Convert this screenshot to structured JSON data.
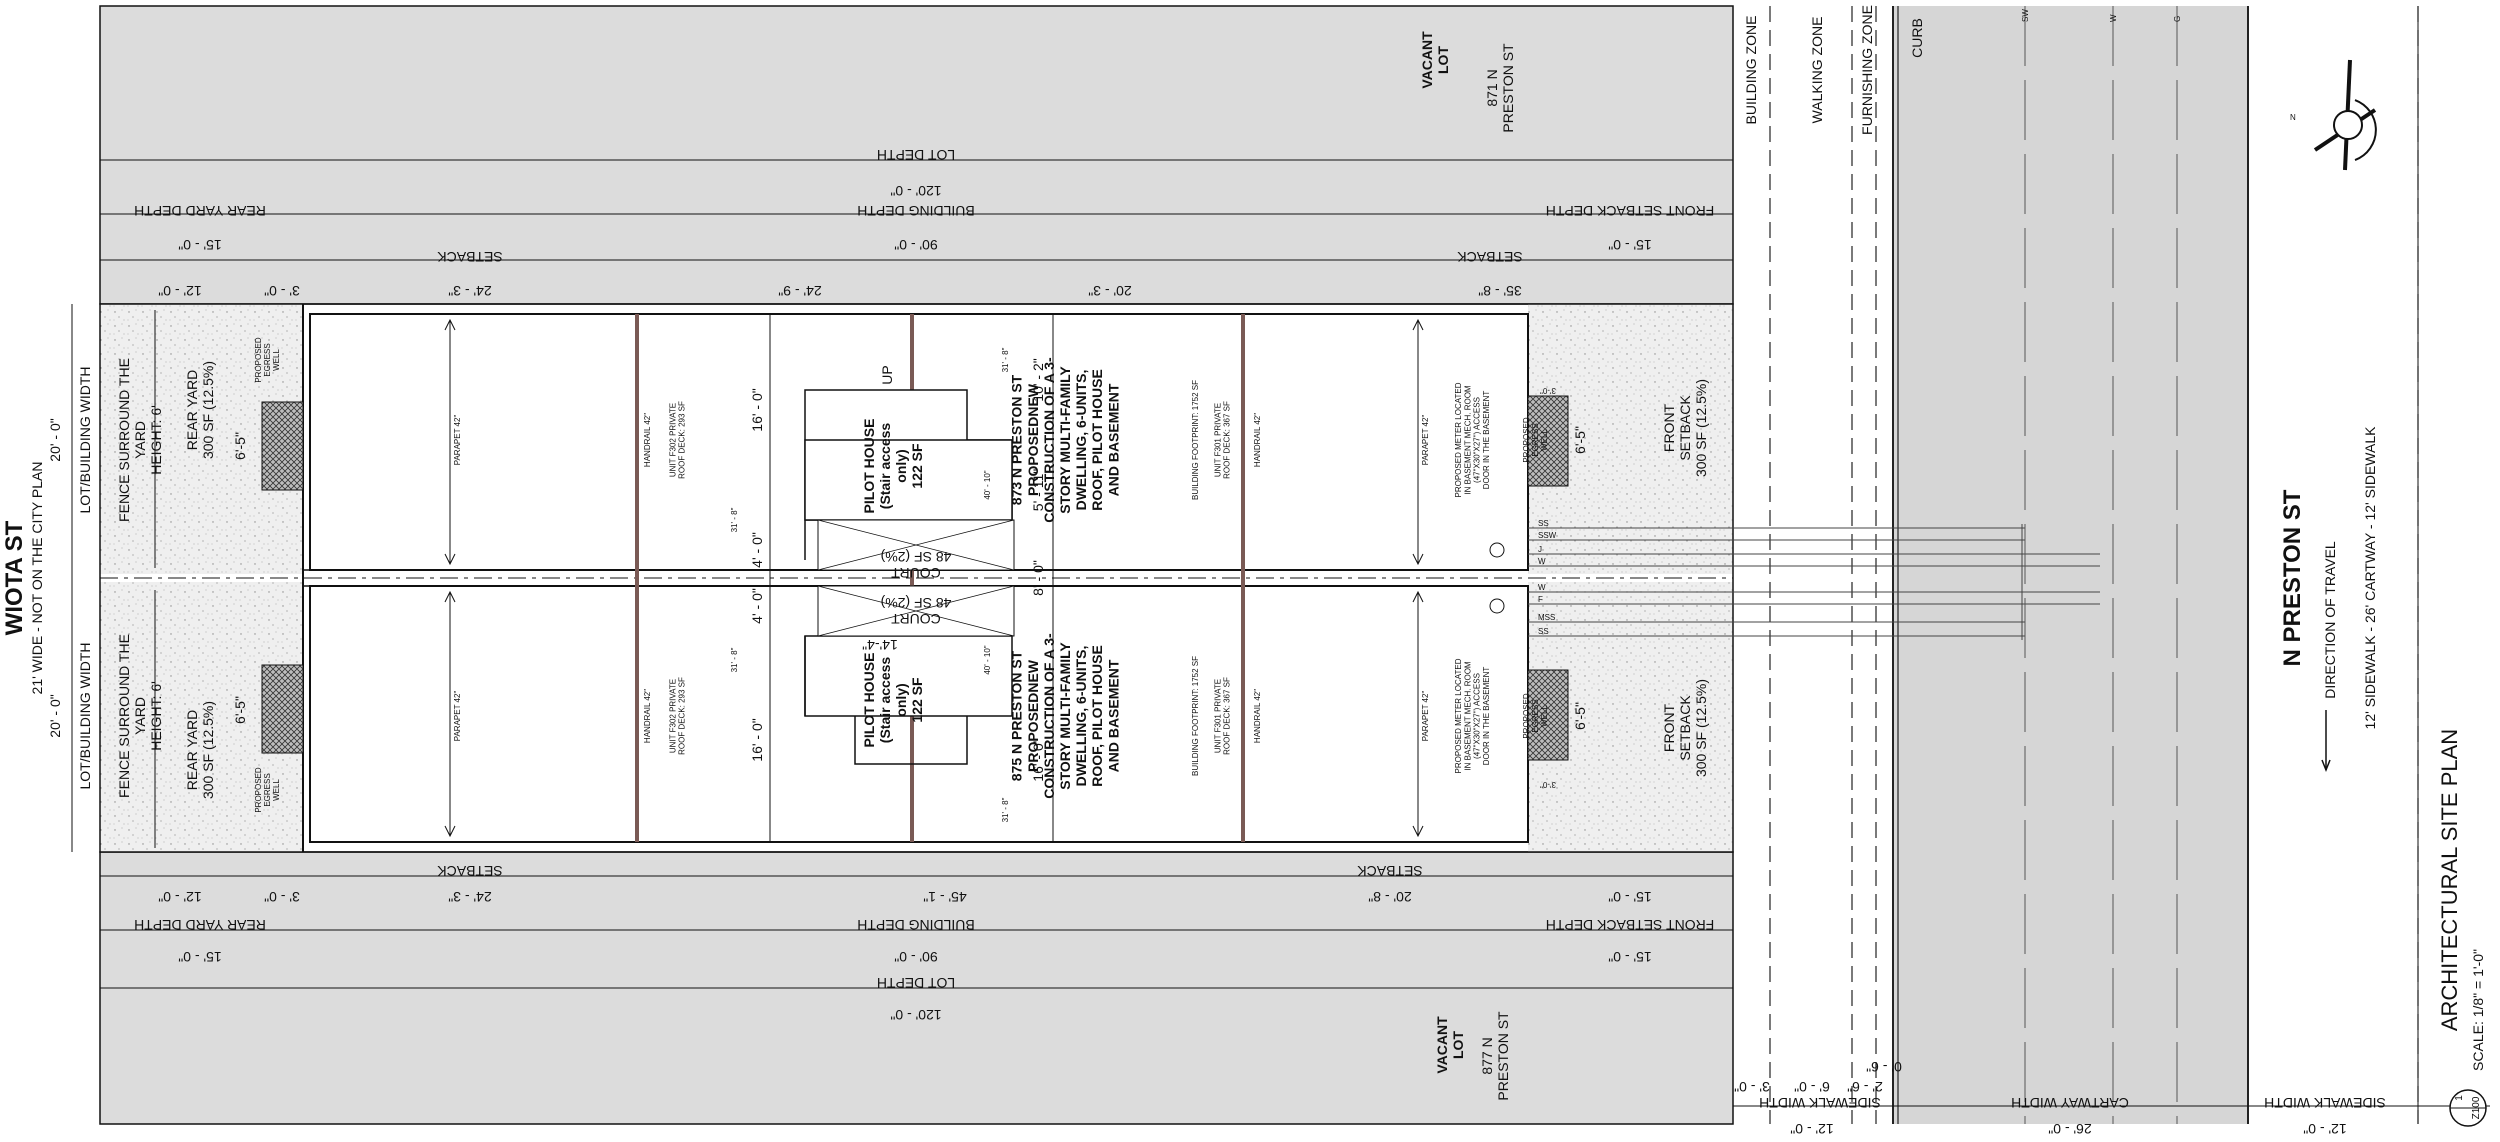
{
  "plan": {
    "title": "ARCHITECTURAL SITE PLAN",
    "scale": "SCALE:  1/8\" = 1'-0\"",
    "sheet_number": "Z100",
    "detail_number": "1"
  },
  "streets": {
    "side_street": "WIOTA ST",
    "side_street_note": "21' WIDE - NOT ON THE CITY PLAN",
    "main_street": "N PRESTON ST",
    "direction": "DIRECTION OF TRAVEL",
    "section": "12' SIDEWALK - 26' CARTWAY - 12' SIDEWALK"
  },
  "zones": {
    "building": "BUILDING ZONE",
    "walking": "WALKING ZONE",
    "furnishing": "FURNISHING ZONE",
    "curb": "CURB"
  },
  "neighbors": {
    "top_vacant": "VACANT\nLOT",
    "top_addr": "871 N\nPRESTON ST",
    "bottom_vacant": "VACANT\nLOT",
    "bottom_addr": "877 N\nPRESTON ST"
  },
  "dims": {
    "lot_depth_label": "LOT DEPTH",
    "lot_depth": "120' - 0\"",
    "building_depth_label": "BUILDING DEPTH",
    "building_depth": "90' - 0\"",
    "rear_yard_label": "REAR YARD DEPTH",
    "rear_yard": "15' - 0\"",
    "front_setback_label": "FRONT SETBACK DEPTH",
    "front_setback": "15' - 0\"",
    "setback_label": "SETBACK",
    "top_row": [
      "12' - 0\"",
      "3' - 0\"",
      "24' - 3\"",
      "24' - 9\"",
      "20' - 3\"",
      "35' - 8\""
    ],
    "bottom_row": [
      "12' - 0\"",
      "3' - 0\"",
      "24' - 3\"",
      "45' - 1\"",
      "20' - 8\"",
      "15' - 0\""
    ],
    "lot_width_label": "LOT/BUILDING WIDTH",
    "lot_width": "20' - 0\"",
    "sidewalk_width_label": "SIDEWALK WIDTH",
    "cartway_width_label": "CARTWAY WIDTH",
    "sidewalk_parts": [
      "3' - 0\"",
      "6' - 0\"",
      "2' - 6\"",
      "0' - 6\""
    ],
    "sidewalk_total": "12' - 0\"",
    "cartway_total": "26' - 0\"",
    "sidewalk_right": "12' - 0\""
  },
  "units": {
    "upper": {
      "title": "873 N PRESTON ST\nPROPOSEDNEW\nCONSTRUCTION OF A  3-\nSTORY MULTI-FAMILY\nDWELLING, 6-UNITS,\nROOF, PILOT HOUSE\nAND BASEMENT",
      "footprint": "BUILDING FOOTPRINT: 1752 SF",
      "pilot": "PILOT HOUSE\n(Stair access\nonly)\n122 SF",
      "court": "COURT\n48 SF (2%)",
      "deck_302": "UNIT F302 PRIVATE\nROOF DECK: 293 SF",
      "deck_301": "UNIT F301 PRIVATE\nROOF DECK: 367 SF",
      "meter": "PROPOSED METER LOCATED\nIN BASEMENT MECH. ROOM\n(47\"X30\"X27\") ACCESS\nDOOR IN THE BASEMENT",
      "rear_yard": "REAR YARD\n300 SF (12.5%)",
      "fence": "FENCE SURROUND THE\nYARD\nHEIGHT: 6'",
      "front_setback": "FRONT\nSETBACK\n300 SF (12.5%)",
      "egress": "PROPOSED\nEGRESS\nWELL",
      "up": "UP",
      "dims": [
        "16' - 0\"",
        "10' - 2\"",
        "5' - 11\"",
        "4' - 0\"",
        "8' - 0\"",
        "31' - 8\"",
        "40' - 10\"",
        "6'-5\"",
        "3'-0\""
      ]
    },
    "lower": {
      "title": "875 N PRESTON ST\nPROPOSEDNEW\nCONSTRUCTION OF A  3-\nSTORY MULTI-FAMILY\nDWELLING, 6-UNITS,\nROOF, PILOT HOUSE\nAND BASEMENT",
      "footprint": "BUILDING FOOTPRINT: 1752 SF",
      "pilot": "PILOT HOUSE\n(Stair access\nonly)\n122 SF",
      "court": "COURT\n48 SF (2%)",
      "deck_302": "UNIT F302 PRIVATE\nROOF DECK: 293 SF",
      "deck_301": "UNIT F301 PRIVATE\nROOF DECK: 367 SF",
      "meter": "PROPOSED METER LOCATED\nIN BASEMENT MECH. ROOM\n(47\"X30\"X27\") ACCESS\nDOOR IN THE BASEMENT",
      "rear_yard": "REAR YARD\n300 SF (12.5%)",
      "fence": "FENCE SURROUND THE\nYARD\nHEIGHT: 6'",
      "front_setback": "FRONT\nSETBACK\n300 SF (12.5%)",
      "egress": "PROPOSED\nEGRESS\nWELL",
      "dims": [
        "4' - 0\"",
        "14'-4\"",
        "16' - 0\"",
        "31' - 8\"",
        "40' - 10\"",
        "6'-5\"",
        "3'-0\""
      ]
    }
  },
  "railings": {
    "handrail": "HANDRAIL 42\"",
    "parapet": "PARAPET 42\""
  },
  "utilities": [
    "SS",
    "SSW",
    "J",
    "W",
    "W",
    "F",
    "MSS",
    "SS"
  ],
  "road_marks": [
    "SW",
    "W",
    "G"
  ],
  "colors": {
    "gray_fill": "#dcdcdc",
    "yard_fill": "#e9e9e9",
    "line": "#111111",
    "brown_wall": "#7a5a55"
  }
}
